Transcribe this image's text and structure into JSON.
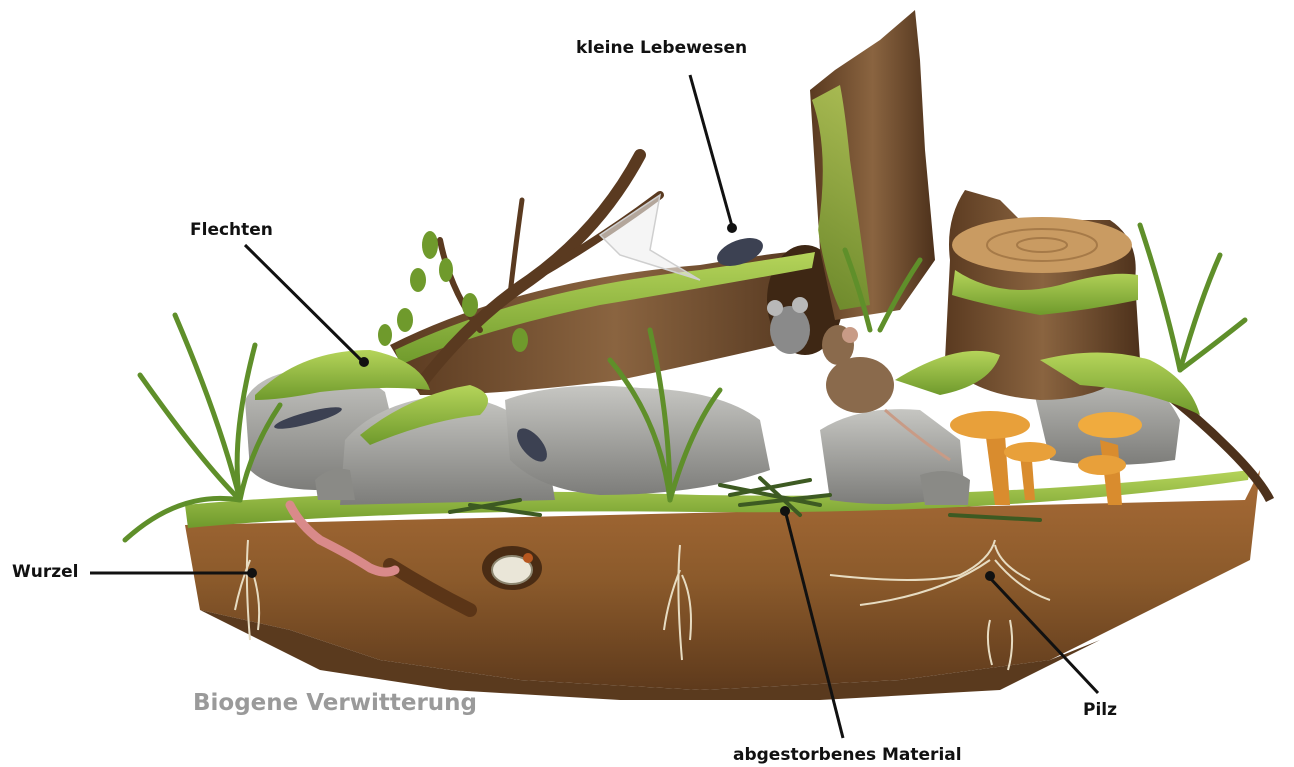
{
  "labels": {
    "kleine_lebewesen": "kleine Lebewesen",
    "flechten": "Flechten",
    "wurzel": "Wurzel",
    "abgestorbenes_material": "abgestorbenes Material",
    "pilz": "Pilz"
  },
  "title": "Biogene Verwitterung",
  "colors": {
    "label_text": "#111111",
    "title_text": "#9a9a9a",
    "soil_top": "#8b5a2b",
    "soil_dark": "#6b3f1e",
    "moss": "#8fb53a",
    "rock": "#9a9a98",
    "wood": "#6e4a2b",
    "mushroom": "#e8a03a",
    "grass": "#5f8f2a"
  }
}
